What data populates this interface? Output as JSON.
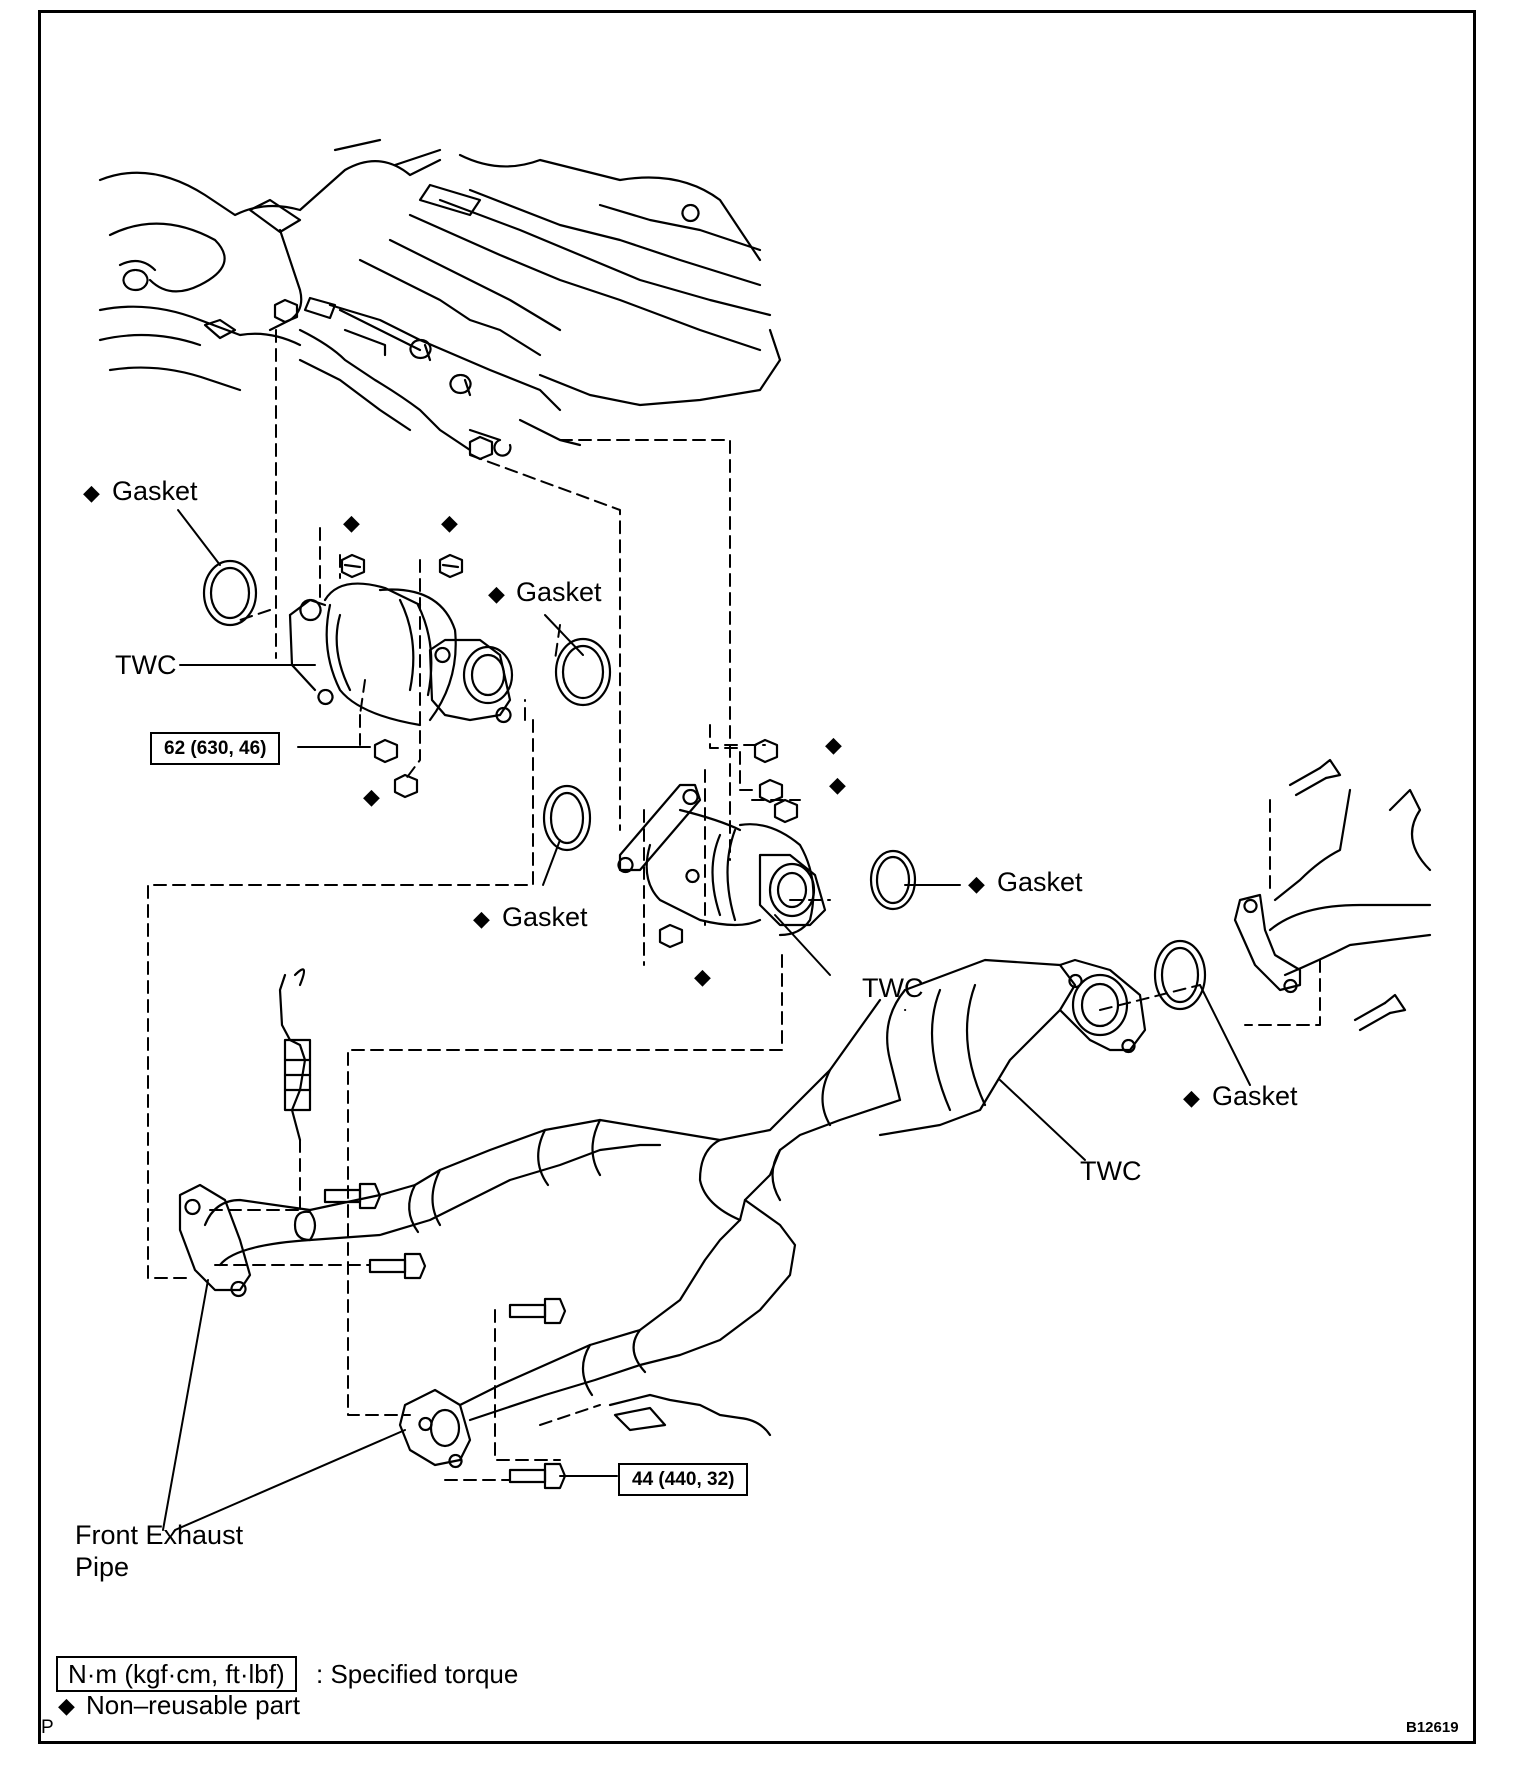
{
  "labels": {
    "gasket": "Gasket",
    "twc": "TWC",
    "torque_62": "62 (630, 46)",
    "torque_44": "44 (440, 32)",
    "front_exhaust_line1": "Front Exhaust",
    "front_exhaust_line2": "Pipe"
  },
  "legend": {
    "torque_unit": "N·m (kgf·cm, ft·lbf)",
    "torque_desc": ": Specified torque",
    "non_reusable_symbol": "◆",
    "non_reusable_desc": "Non–reusable part"
  },
  "corner": {
    "letter": "P",
    "figure_id": "B12619"
  },
  "icons": {
    "non_reusable_marker": "diamond-icon"
  },
  "colors": {
    "ink": "#000000",
    "paper": "#ffffff"
  }
}
